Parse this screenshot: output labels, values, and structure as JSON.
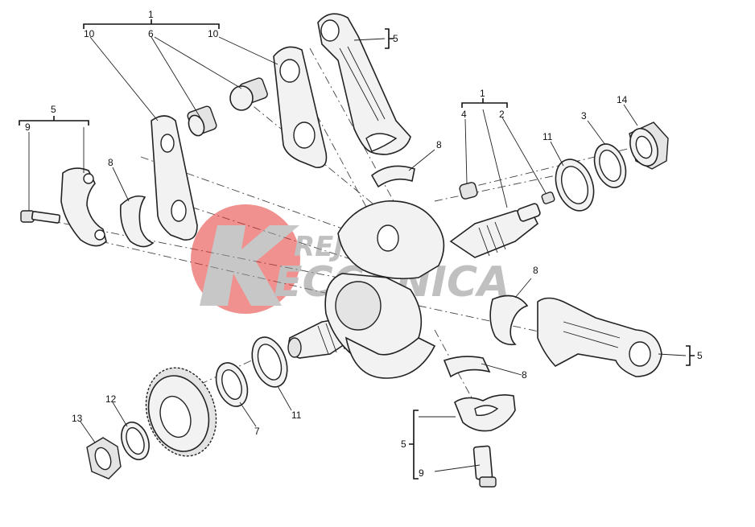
{
  "diagram": {
    "callouts": {
      "c1_top": "1",
      "c10_left": "10",
      "c6": "6",
      "c10_right": "10",
      "c5_rod_top": "5",
      "c5_left": "5",
      "c9_left": "9",
      "c8_left": "8",
      "c8_top": "8",
      "c1_right": "1",
      "c4": "4",
      "c2": "2",
      "c11_right": "11",
      "c3": "3",
      "c14": "14",
      "c8_mid": "8",
      "c5_rod_right": "5",
      "c8_low": "8",
      "c11_low": "11",
      "c7": "7",
      "c12": "12",
      "c13": "13",
      "c5_bottom": "5",
      "c9_bottom": "9"
    },
    "watermark": {
      "line1": "REJCHICH",
      "line2": "ECCANICA",
      "color": "#e53935"
    }
  }
}
